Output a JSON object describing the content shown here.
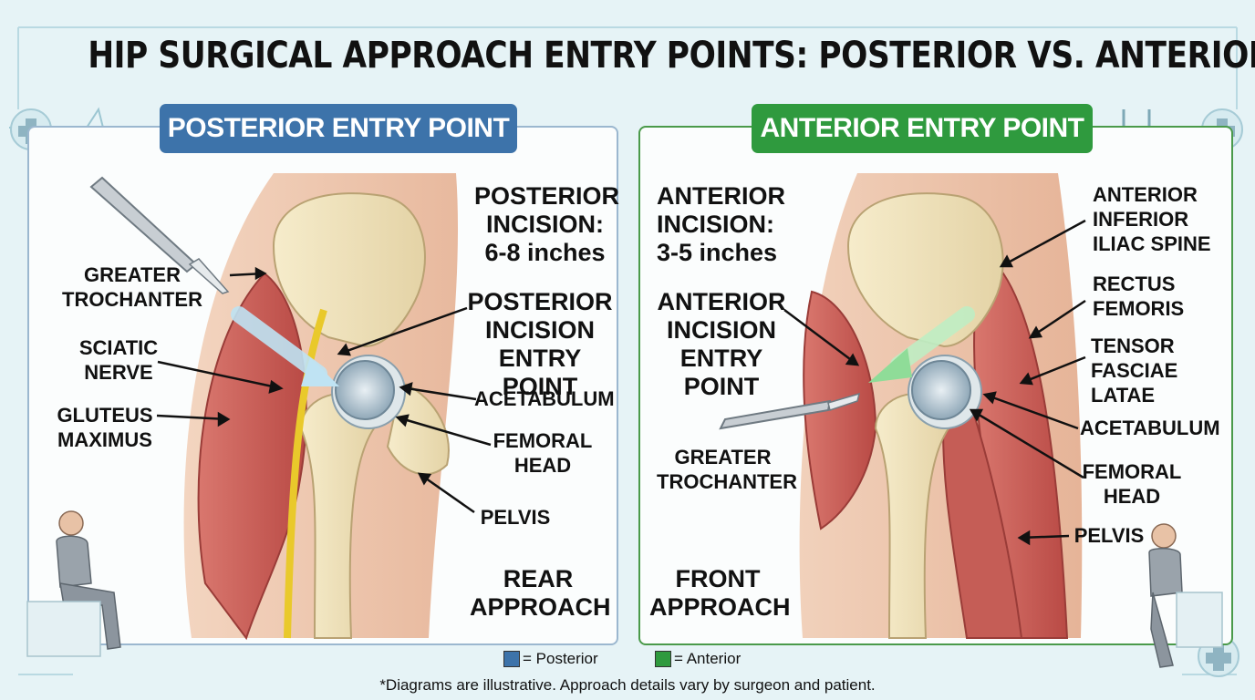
{
  "title": "HIP SURGICAL APPROACH ENTRY POINTS: POSTERIOR VS. ANTERIOR",
  "posterior": {
    "heading": "POSTERIOR ENTRY POINT",
    "incision": "POSTERIOR\nINCISION:\n6-8 inches",
    "greater_trochanter": "GREATER\nTROCHANTER",
    "sciatic_nerve": "SCIATIC\nNERVE",
    "gluteus_maximus": "GLUTEUS\nMAXIMUS",
    "entry_point": "POSTERIOR\nINCISION\nENTRY POINT",
    "acetabulum": "ACETABULUM",
    "femoral_head": "FEMORAL\nHEAD",
    "pelvis": "PELVIS",
    "approach": "REAR\nAPPROACH"
  },
  "anterior": {
    "heading": "ANTERIOR ENTRY POINT",
    "incision": "ANTERIOR\nINCISION:\n3-5 inches",
    "entry_point": "ANTERIOR\nINCISION\nENTRY POINT",
    "greater_trochanter": "GREATER\nTROCHANTER",
    "aiis": "ANTERIOR\nINFERIOR\nILIAC SPINE",
    "rectus_femoris": "RECTUS\nFEMORIS",
    "tensor_fasciae_latae": "TENSOR\nFASCIAE\nLATAE",
    "acetabulum": "ACETABULUM",
    "femoral_head": "FEMORAL\nHEAD",
    "pelvis": "PELVIS",
    "approach": "FRONT\nAPPROACH"
  },
  "legend": {
    "posterior": "= Posterior",
    "anterior": "= Anterior",
    "posterior_color": "#3d73aa",
    "anterior_color": "#2f9a3e"
  },
  "footnote": "*Diagrams are illustrative. Approach details vary by surgeon and patient."
}
